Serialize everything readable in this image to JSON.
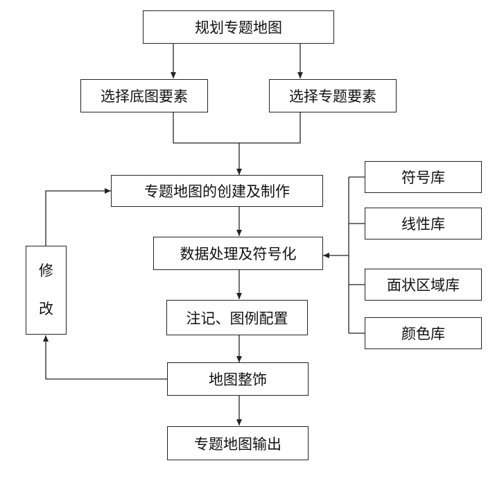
{
  "nodes": {
    "plan": "规划专题地图",
    "select_base": "选择底图要素",
    "select_thematic": "选择专题要素",
    "create": "专题地图的创建及制作",
    "process": "数据处理及符号化",
    "annotate": "注记、图例配置",
    "decorate": "地图整饰",
    "output": "专题地图输出",
    "modify_top": "修",
    "modify_bottom": "改",
    "symbol_lib": "符号库",
    "line_lib": "线性库",
    "area_lib": "面状区域库",
    "color_lib": "颜色库"
  },
  "colors": {
    "stroke": "#222222",
    "background": "#ffffff"
  }
}
